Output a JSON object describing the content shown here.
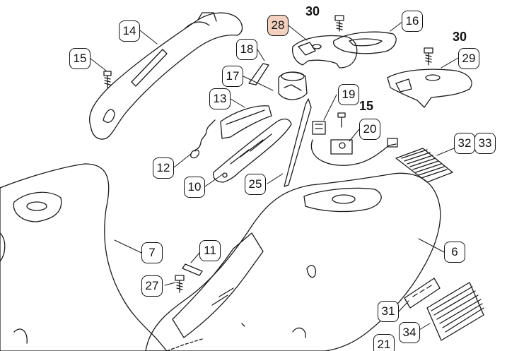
{
  "diagram": {
    "callouts": [
      {
        "id": "14",
        "label": "14",
        "highlight": false
      },
      {
        "id": "15a",
        "label": "15",
        "highlight": false
      },
      {
        "id": "28",
        "label": "28",
        "highlight": true
      },
      {
        "id": "16",
        "label": "16",
        "highlight": false
      },
      {
        "id": "18",
        "label": "18",
        "highlight": false
      },
      {
        "id": "29",
        "label": "29",
        "highlight": false
      },
      {
        "id": "17",
        "label": "17",
        "highlight": false
      },
      {
        "id": "13",
        "label": "13",
        "highlight": false
      },
      {
        "id": "19",
        "label": "19",
        "highlight": false
      },
      {
        "id": "20",
        "label": "20",
        "highlight": false
      },
      {
        "id": "32",
        "label": "32",
        "highlight": false
      },
      {
        "id": "33",
        "label": "33",
        "highlight": false
      },
      {
        "id": "12",
        "label": "12",
        "highlight": false
      },
      {
        "id": "10",
        "label": "10",
        "highlight": false
      },
      {
        "id": "25",
        "label": "25",
        "highlight": false
      },
      {
        "id": "7",
        "label": "7",
        "highlight": false
      },
      {
        "id": "11",
        "label": "11",
        "highlight": false
      },
      {
        "id": "6",
        "label": "6",
        "highlight": false
      },
      {
        "id": "27",
        "label": "27",
        "highlight": false
      },
      {
        "id": "31",
        "label": "31",
        "highlight": false
      },
      {
        "id": "34",
        "label": "34",
        "highlight": false
      },
      {
        "id": "21",
        "label": "21",
        "highlight": false
      }
    ],
    "plain_labels": [
      {
        "id": "30a",
        "label": "30"
      },
      {
        "id": "30b",
        "label": "30"
      },
      {
        "id": "15b",
        "label": "15"
      }
    ],
    "highlight_color": "#f4d1bf"
  }
}
